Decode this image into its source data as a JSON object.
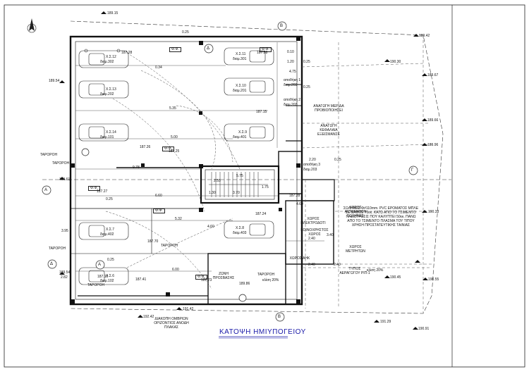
{
  "title": "ΚΑΤΟΨΗ ΗΜΙΥΠΟΓΕΙΟΥ",
  "axes": [
    "Β",
    "Γ",
    "Α",
    "Δ",
    "Α",
    "Δ",
    "Β"
  ],
  "parking": [
    {
      "name": "Χ.Σ.12",
      "area": "διαμ.302"
    },
    {
      "name": "Χ.Σ.13",
      "area": "διαμ.202"
    },
    {
      "name": "Χ.Σ.14",
      "area": "διαμ.101"
    },
    {
      "name": "Χ.Σ.11",
      "area": "διαμ.301"
    },
    {
      "name": "Χ.Σ.10",
      "area": "διαμ.201"
    },
    {
      "name": "Χ.Σ.9",
      "area": "διαμ.401"
    },
    {
      "name": "Χ.Σ.7",
      "area": "διαμ.402"
    },
    {
      "name": "Χ.Σ.6",
      "area": "διαμ.102"
    },
    {
      "name": "Χ.Σ.8",
      "area": "διαμ.403"
    }
  ],
  "ff_tags": [
    "Φ.Φ.",
    "Φ.Φ.",
    "Φ.Φ.",
    "Φ.Φ.",
    "Φ.Φ.",
    "Φ.Φ."
  ],
  "storage": [
    {
      "name": "αποθήκη 1",
      "area": "διαμ.203"
    },
    {
      "name": "αποθήκη 2",
      "area": "διαμ.203"
    },
    {
      "name": "αποθήκη 3",
      "area": "διαμ.203"
    }
  ],
  "labels": {
    "taroroi": [
      "ΤΑΡΟΡΟΗ",
      "ΤΑΡΟΡΟΗ",
      "ΤΑΡΟΡΟΗ",
      "ΤΑΡΟΡΟΗ",
      "ΤΑΡΟΡΟΗ",
      "ΤΑΡΟΡΟΗ"
    ],
    "anagogi1": "ΑΝΑΓΩΓΗ ΜΕΡΙΔΑ ΠΡΟΒΙΟΠΟΙΗΣΕΙ",
    "anagogi2": "ΑΝΑΓΩΓΗ ΚΕΦΑΛΑΙΑ ΕΞΕΙΣΜΑΝΣΕ",
    "xoros_auto": "ΧΩΡΟΣ ΑΥΤΟΜΑΤΟΝ ΣΩΛΗΝΕΣ",
    "pipe_note": "ΣΩΛΗΝΕΣ Φ#110mm. PVC ΕΡΟΜΑΤΟΣ ΜΠΛΕ ΣΕ ΒΑΘΟΣ 70εκ. ΚΑΤΩ ΑΠΟ ΤΟ ΤΣΙΜΕΝΤΟ ΠΛΕΙΣΤΡΩΣΙΣ ΠΟΥ ΚΑΛΥΠΤΕΙ 50εκ. ΠΑΝΩ ΑΠΟ ΤΟ ΤΣΙΜΕΝΤΟ ΠΛΑΣΜΑ ΤΟΥ ΤΙΠΟΥ ΧΡΗΣΗ ΠΡΟΣΤΑΤΕΥΤΙΚΗΣ ΤΑΙΝΙΑΣ",
    "xoros_hlek": "ΧΩΡΟΣ ΗΛΕΚΤΡΟΔΟΤΙ",
    "koinoxrhstos": "ΚΟΙΝΟΧΡΗΣΤΟΣ ΧΩΡΟΣ",
    "xoros_metr": "ΧΩΡΟΣ ΜΕΤΡΗΤΩΝ",
    "xoros_ahk": "ΧΩΡΟΣ ΑΗΚ",
    "tipos": "ΤΥΠΟΣ ΑΕΡΑΓΩΓΟΥ ΡΙΠ-1",
    "drainage": "ΔΙΑΚΟΠΗ ΟΜΒΡΙΩΝ ΟΡΙΖΟΝΤΙΟΣ ΑΝΟΔΗ ΠΛΑΚΑΣ",
    "zone": "ΖΩΝΗ ΠΡΟΣΒΑΣΗΣ",
    "slope": "κλίση 20%",
    "slope2": "κλίση 20%"
  },
  "levels": [
    "189.15",
    "189.42",
    "189.54",
    "189.61",
    "190.33",
    "190.30",
    "189.67",
    "189.66",
    "189.96",
    "190.55",
    "190.45",
    "191.29",
    "190.91",
    "191.42",
    "192.42",
    "187.28",
    "187.28",
    "187.15",
    "187.26",
    "187.25",
    "187.27",
    "187.28",
    "187.24",
    "187.70",
    "187.41",
    "187.73",
    "189.86",
    "187.10",
    "189.54"
  ],
  "dims": [
    "0.25",
    "0.10",
    "1.20",
    "0.25",
    "4.75",
    "0.34",
    "5.35",
    "5.00",
    "9.78",
    "6.60",
    "2.55",
    "1.30",
    "3.70",
    "1.75",
    "5.75",
    "2.20",
    "5.32",
    "3.95",
    "4.60",
    "2.40",
    "2.40",
    "6.00",
    "2.82",
    "0.25",
    "0.25",
    "0.25",
    "0.25",
    "4.60",
    "3.40",
    "2.40"
  ]
}
